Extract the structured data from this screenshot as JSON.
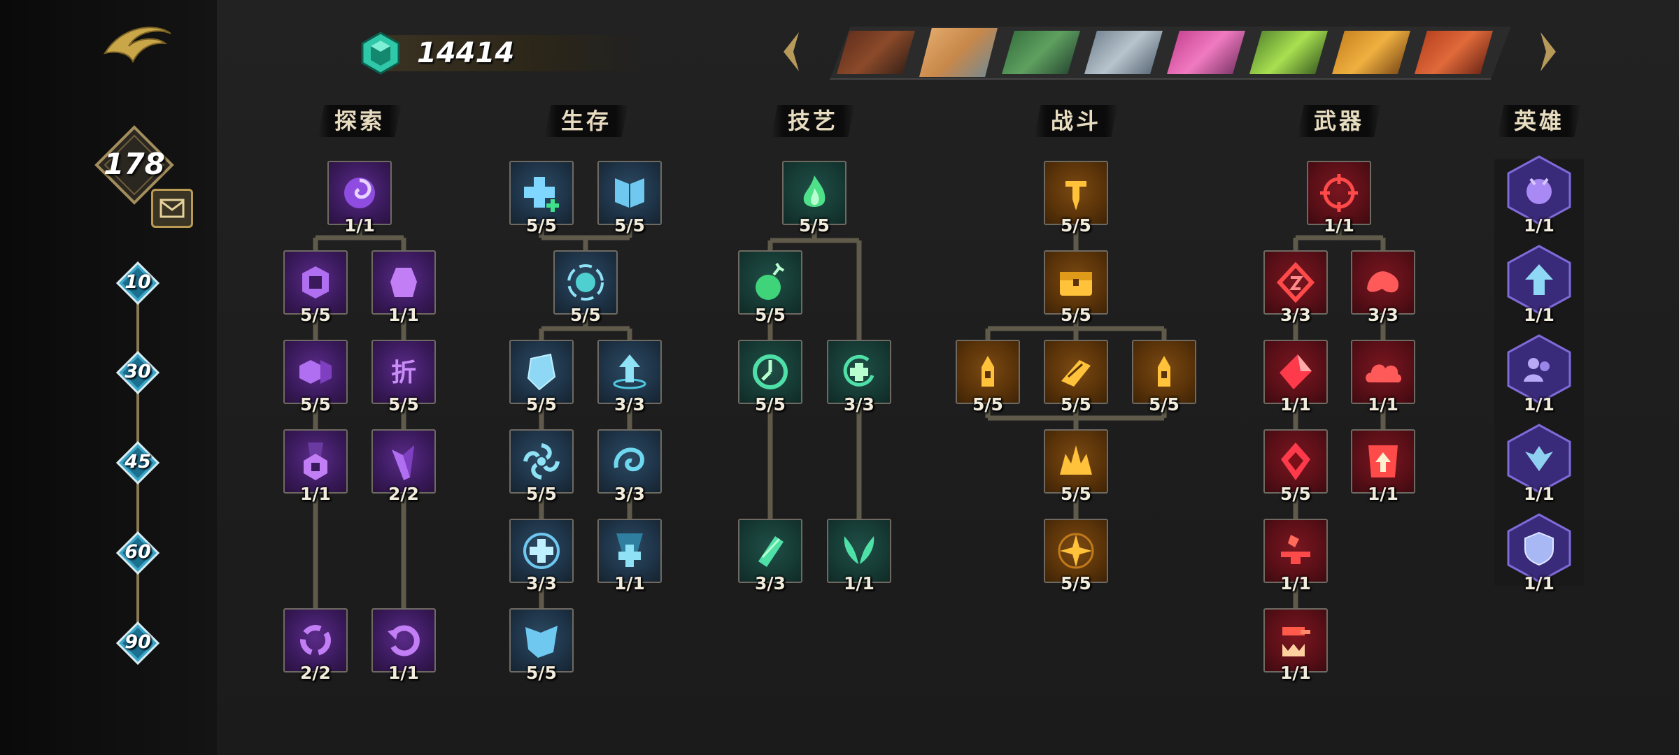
{
  "currency": {
    "icon": "gem-icon",
    "amount": "14414"
  },
  "player": {
    "level": "178"
  },
  "milestones": [
    "10",
    "30",
    "45",
    "60",
    "90"
  ],
  "columns": [
    "探索",
    "生存",
    "技艺",
    "战斗",
    "武器",
    "英雄"
  ],
  "nodes": {
    "explore": [
      "1/1",
      "5/5",
      "1/1",
      "5/5",
      "5/5",
      "1/1",
      "2/2",
      "2/2",
      "1/1"
    ],
    "survive": [
      "5/5",
      "5/5",
      "5/5",
      "5/5",
      "3/3",
      "5/5",
      "3/3",
      "3/3",
      "1/1",
      "5/5"
    ],
    "craft": [
      "5/5",
      "5/5",
      "5/5",
      "3/3",
      "3/3",
      "1/1"
    ],
    "combat": [
      "5/5",
      "5/5",
      "5/5",
      "5/5",
      "5/5",
      "5/5",
      "5/5"
    ],
    "weapon": [
      "1/1",
      "3/3",
      "3/3",
      "1/1",
      "1/1",
      "5/5",
      "1/1",
      "1/1",
      "1/1"
    ],
    "hero": [
      "1/1",
      "1/1",
      "1/1",
      "1/1",
      "1/1"
    ]
  },
  "colors": {
    "explore": "#7a3fbf",
    "survive": "#3f86b0",
    "craft": "#2fae7f",
    "combat": "#e39a1e",
    "weapon": "#d8303c",
    "hero": "#7d5ad6",
    "gold": "#cfae5a"
  }
}
